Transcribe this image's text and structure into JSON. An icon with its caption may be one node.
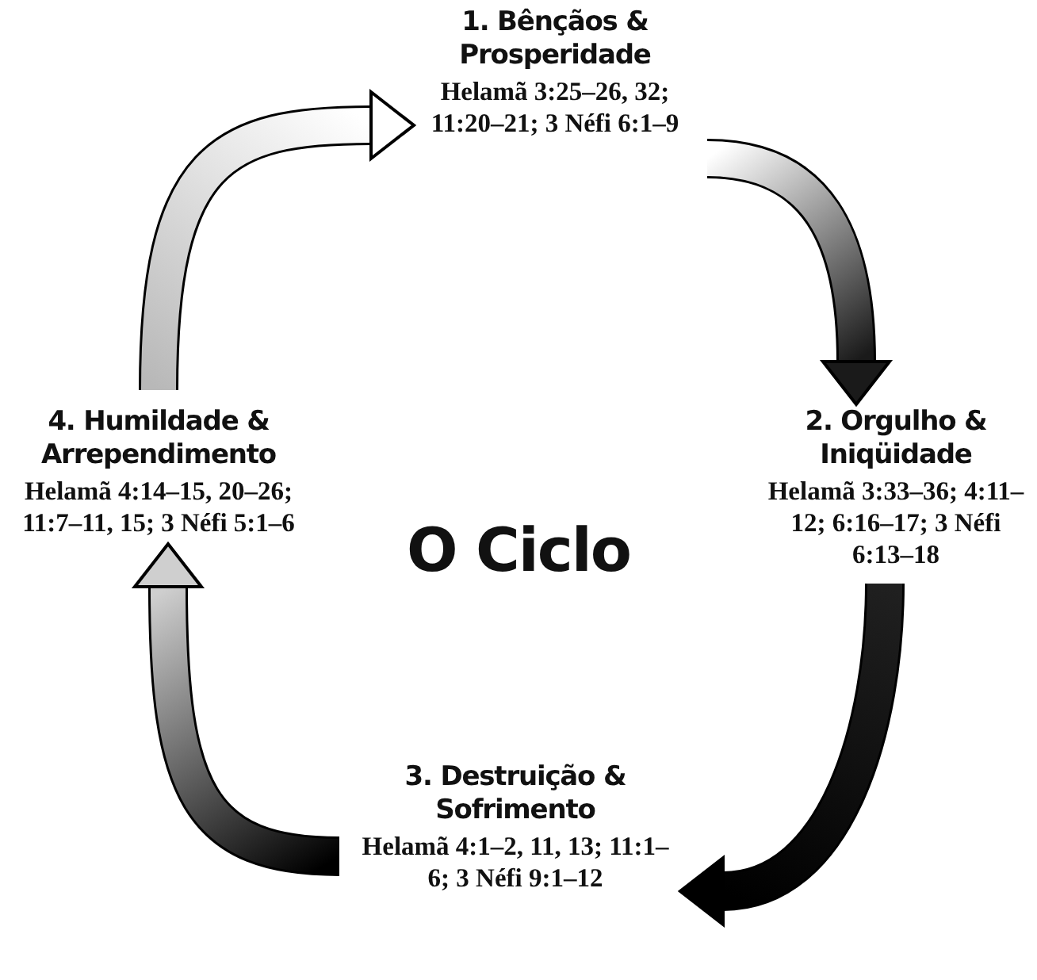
{
  "diagram": {
    "title": "O Ciclo",
    "nodes": [
      {
        "text": [
          "1. Bênçãos & Prosperidade",
          "Helamã 3:25–26, 32; 11:20–21; 3 Néfi 6:1–9"
        ]
      },
      {
        "text": [
          "2. Orgulho & Iniqüidade",
          "Helamã 3:33–36; 4:11–12; 6:16–17; 3 Néfi 6:13–18"
        ]
      },
      {
        "text": [
          "3. Destruição & Sofrimento",
          "Helamã 4:1–2, 11, 13; 11:1–6; 3 Néfi 9:1–12"
        ]
      },
      {
        "text": [
          "4. Humildade & Arrependimento",
          "Helamã 4:14–15, 20–26; 11:7–11, 15; 3 Néfi 5:1–6"
        ]
      }
    ],
    "edges": [
      {
        "from": 0,
        "to": 1,
        "arrow": "to"
      },
      {
        "from": 1,
        "to": 2,
        "arrow": "to"
      },
      {
        "from": 2,
        "to": 3,
        "arrow": "to"
      },
      {
        "from": 3,
        "to": 0,
        "arrow": "to"
      }
    ]
  }
}
